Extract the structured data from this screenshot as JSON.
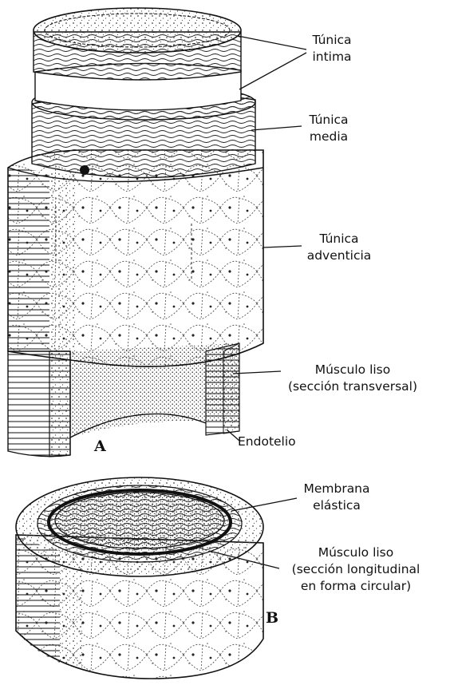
{
  "labels": {
    "tunica_intima": [
      "Túnica",
      "intima"
    ],
    "tunica_media": [
      "Túnica",
      "media"
    ],
    "tunica_adventicia": [
      "Túnica",
      "adventicia"
    ],
    "musculo_liso_transversal": [
      "Músculo liso",
      "(sección transversal)"
    ],
    "endotelio": "Endotelio",
    "membrana_elastica": [
      "Membrana",
      "elástica"
    ],
    "musculo_liso_longitudinal": [
      "Músculo liso",
      "(sección longitudinal",
      "en forma circular)"
    ]
  },
  "figure_letters": {
    "a": "A",
    "b": "B"
  },
  "colors": {
    "ink": "#111111",
    "paper": "#ffffff",
    "stipple": "#5a5a5a"
  }
}
